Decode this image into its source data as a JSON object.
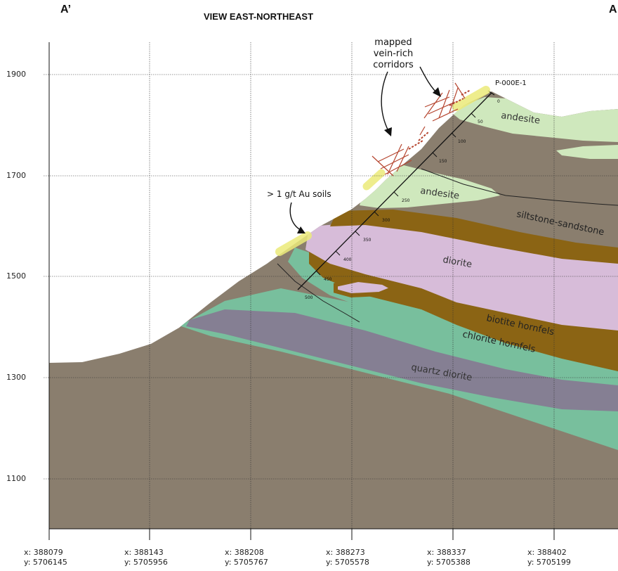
{
  "section": {
    "left_label": "A’",
    "right_label": "A",
    "view_label": "VIEW EAST-NORTHEAST"
  },
  "elevations": [
    "1900",
    "1700",
    "1500",
    "1300",
    "1100"
  ],
  "coordinates": [
    {
      "x": "x: 388079",
      "y": "y: 5706145"
    },
    {
      "x": "x: 388143",
      "y": "y: 5705956"
    },
    {
      "x": "x: 388208",
      "y": "y: 5705767"
    },
    {
      "x": "x: 388273",
      "y": "y: 5705578"
    },
    {
      "x": "x: 388337",
      "y": "y: 5705388"
    },
    {
      "x": "x: 388402",
      "y": "y: 5705199"
    }
  ],
  "units": {
    "andesite_upper": "andesite",
    "andesite_lower": "andesite",
    "siltstone": "siltstone-sandstone",
    "diorite": "diorite",
    "biotite": "biotite hornfels",
    "chlorite": "chlorite hornfels",
    "quartz_diorite": "quartz diorite"
  },
  "annotations": {
    "corridors_line1": "mapped",
    "corridors_line2": "vein-rich",
    "corridors_line3": "corridors",
    "soils": "> 1 g/t Au soils"
  },
  "drillhole": {
    "name": "P-000E-1",
    "depths": [
      "0",
      "50",
      "100",
      "150",
      "250",
      "300",
      "350",
      "400",
      "450",
      "500"
    ]
  },
  "colors": {
    "host": "#8a7e6e",
    "andesite": "#cfe8bd",
    "diorite": "#d7bcd9",
    "biotite_hornfels": "#8b6414",
    "chlorite_hornfels": "#78bf9d",
    "quartz_diorite": "#857f93",
    "soil_highlight": "#eceb7a",
    "vein": "#b5452f"
  }
}
